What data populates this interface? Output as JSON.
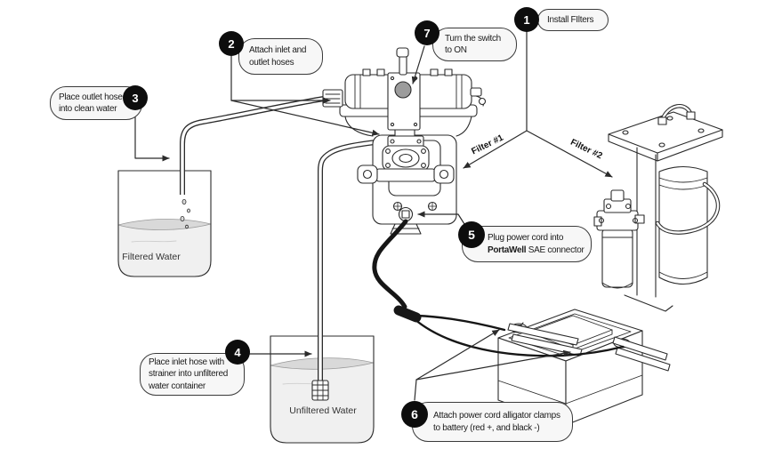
{
  "steps": [
    {
      "number": "1",
      "lines": [
        "Install FIlters"
      ]
    },
    {
      "number": "2",
      "lines": [
        "Attach inlet and",
        "outlet hoses"
      ]
    },
    {
      "number": "3",
      "lines": [
        "Place outlet hose",
        "into clean water"
      ]
    },
    {
      "number": "4",
      "lines": [
        "Place inlet hose with",
        "strainer into unfiltered",
        "water container"
      ]
    },
    {
      "number": "5",
      "line1": "Plug power cord into",
      "brand": "PortaWell",
      "line2_rest": " SAE connector"
    },
    {
      "number": "6",
      "lines": [
        "Attach power cord alligator clamps",
        "to battery (red +, and black -)"
      ]
    },
    {
      "number": "7",
      "lines": [
        "Turn the switch",
        "to ON"
      ]
    }
  ],
  "labels": {
    "filter1": "Filter #1",
    "filter2": "Filter #2",
    "filtered_water": "Filtered Water",
    "unfiltered_water": "Unfiltered Water"
  },
  "colors": {
    "outline": "#2b2b2b",
    "pill_background": "#f7f7f7",
    "pill_border": "#3a3a3a",
    "badge_background": "#0d0d0d",
    "badge_number": "#ffffff",
    "water_fill": "#f0f0f0",
    "water_surface": "#d9d9d9",
    "switch_knob": "#9c9c9c",
    "power_cord": "#161616"
  }
}
